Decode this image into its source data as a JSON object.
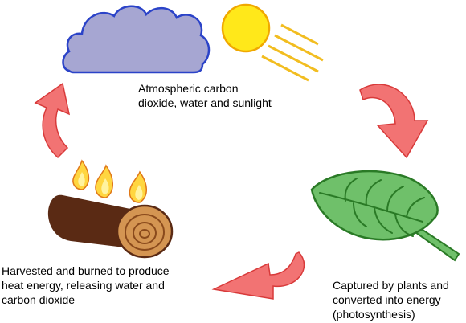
{
  "colors": {
    "cloud_fill": "#a6a6d2",
    "cloud_stroke": "#2b43c8",
    "sun_fill": "#ffe81a",
    "sun_stroke": "#f0a800",
    "sun_ray": "#f2bd20",
    "arrow_fill": "#f27373",
    "arrow_stroke": "#d83a3a",
    "leaf_fill": "#6fc06a",
    "leaf_stroke": "#2a7a26",
    "log_bark": "#5a2a14",
    "log_end": "#d49552",
    "log_ring": "#8a4a1c",
    "flame_outer": "#ffd640",
    "flame_stroke": "#e07818",
    "flame_inner": "#fff3a0",
    "text": "#000000"
  },
  "icons": {
    "cloud": "cloud-icon",
    "sun": "sun-icon",
    "leaf": "leaf-icon",
    "log": "log-icon",
    "flames": "flame-icon",
    "arrows": "curved-arrow-icon"
  },
  "labels": {
    "atmosphere": {
      "line1": "Atmospheric carbon",
      "line2": "dioxide, water and sunlight"
    },
    "plants": {
      "line1": "Captured by plants and",
      "line2": "converted into energy",
      "line3": "(photosynthesis)"
    },
    "burn": {
      "line1": "Harvested and burned to produce",
      "line2": "heat energy, releasing water and",
      "line3": "carbon dioxide"
    }
  }
}
